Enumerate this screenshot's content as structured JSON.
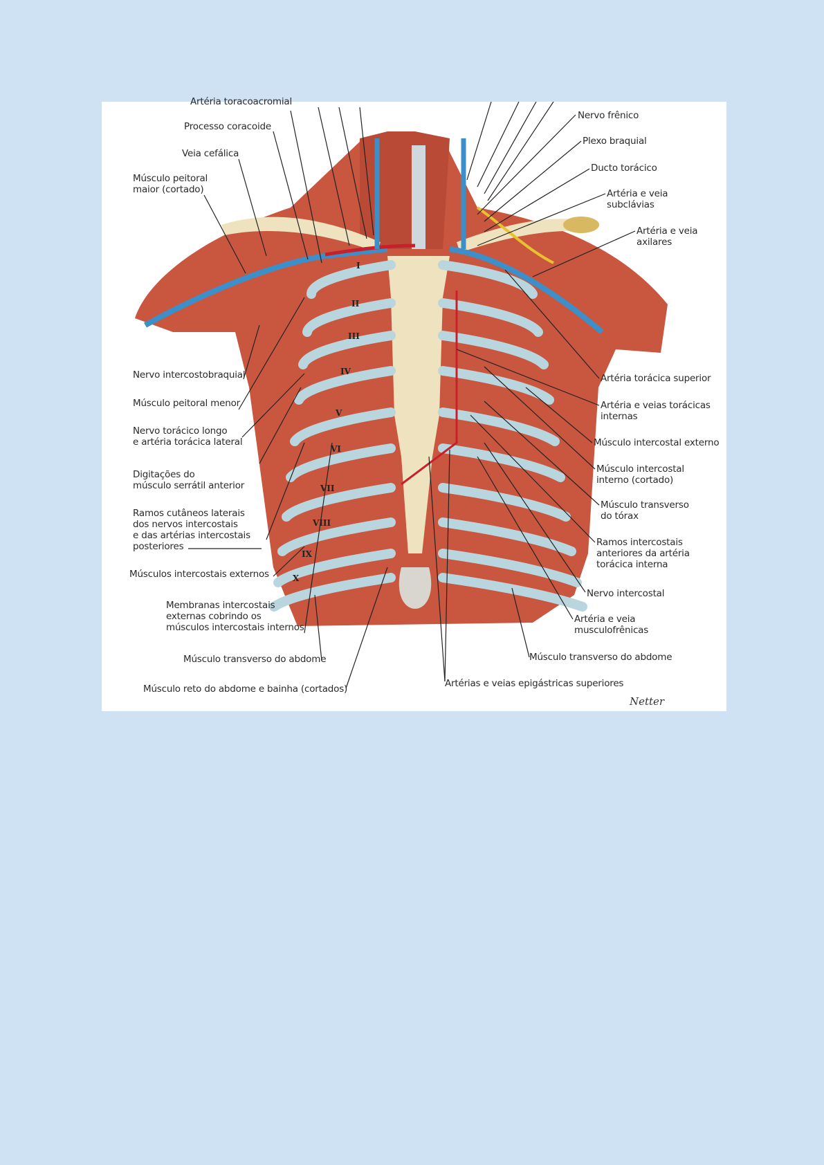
{
  "figure": {
    "labels_left": [
      {
        "id": "arteria-toracoacromial",
        "lines": [
          "Artéria toracoacromial"
        ]
      },
      {
        "id": "processo-coracoide",
        "lines": [
          "Processo coracoide"
        ]
      },
      {
        "id": "veia-cefalica",
        "lines": [
          "Veia cefálica"
        ]
      },
      {
        "id": "musculo-peitoral-maior",
        "lines": [
          "Músculo peitoral",
          "maior (cortado)"
        ]
      },
      {
        "id": "nervo-intercostobraquial",
        "lines": [
          "Nervo intercostobraquial"
        ]
      },
      {
        "id": "musculo-peitoral-menor",
        "lines": [
          "Músculo peitoral menor"
        ]
      },
      {
        "id": "nervo-toracico-longo",
        "lines": [
          "Nervo torácico longo",
          "e artéria torácica lateral"
        ]
      },
      {
        "id": "digitacoes-serratil",
        "lines": [
          "Digitações do",
          "músculo serrátil anterior"
        ]
      },
      {
        "id": "ramos-cutaneos-laterais",
        "lines": [
          "Ramos cutâneos laterais",
          "dos nervos intercostais",
          "e das artérias intercostais",
          "posteriores"
        ]
      },
      {
        "id": "musculos-intercostais-externos",
        "lines": [
          "Músculos intercostais externos"
        ]
      },
      {
        "id": "membranas-intercostais",
        "lines": [
          "Membranas intercostais",
          "externas cobrindo os",
          "músculos intercostais internos"
        ]
      },
      {
        "id": "musculo-transverso-abdome-left",
        "lines": [
          "Músculo transverso do abdome"
        ]
      },
      {
        "id": "musculo-reto-abdome",
        "lines": [
          "Músculo reto do abdome e bainha (cortados)"
        ]
      }
    ],
    "labels_right": [
      {
        "id": "nervo-frenico",
        "lines": [
          "Nervo frênico"
        ]
      },
      {
        "id": "plexo-braquial",
        "lines": [
          "Plexo braquial"
        ]
      },
      {
        "id": "ducto-toracico",
        "lines": [
          "Ducto torácico"
        ]
      },
      {
        "id": "arteria-veia-subclavias",
        "lines": [
          "Artéria e veia",
          "subclávias"
        ]
      },
      {
        "id": "arteria-veia-axilares",
        "lines": [
          "Artéria e veia",
          "axilares"
        ]
      },
      {
        "id": "arteria-toracica-superior",
        "lines": [
          "Artéria torácica superior"
        ]
      },
      {
        "id": "arteria-veias-toracicas-internas",
        "lines": [
          "Artéria e veias torácicas",
          "internas"
        ]
      },
      {
        "id": "musculo-intercostal-externo",
        "lines": [
          "Músculo intercostal externo"
        ]
      },
      {
        "id": "musculo-intercostal-interno",
        "lines": [
          "Músculo intercostal",
          "interno (cortado)"
        ]
      },
      {
        "id": "musculo-transverso-torax",
        "lines": [
          "Músculo transverso",
          "do tórax"
        ]
      },
      {
        "id": "ramos-intercostais-anteriores",
        "lines": [
          "Ramos intercostais",
          "anteriores da artéria",
          "torácica interna"
        ]
      },
      {
        "id": "nervo-intercostal",
        "lines": [
          "Nervo intercostal"
        ]
      },
      {
        "id": "arteria-veia-musculofrenicas",
        "lines": [
          "Artéria e veia",
          "musculofrênicas"
        ]
      },
      {
        "id": "musculo-transverso-abdome-right",
        "lines": [
          "Músculo transverso do abdome"
        ]
      },
      {
        "id": "arterias-epigastricas",
        "lines": [
          "Artérias e veias epigástricas superiores"
        ]
      }
    ],
    "rib_numerals": [
      "I",
      "II",
      "III",
      "IV",
      "V",
      "VI",
      "VII",
      "VIII",
      "IX",
      "X"
    ],
    "signature": "Netter",
    "colors": {
      "page_background": "#cfe2f3",
      "muscle": "#c9573f",
      "rib": "#b9d6df",
      "bone": "#efe3bf",
      "vein": "#3c8fc8",
      "artery": "#c8202a",
      "nerve": "#e8c22e"
    }
  }
}
